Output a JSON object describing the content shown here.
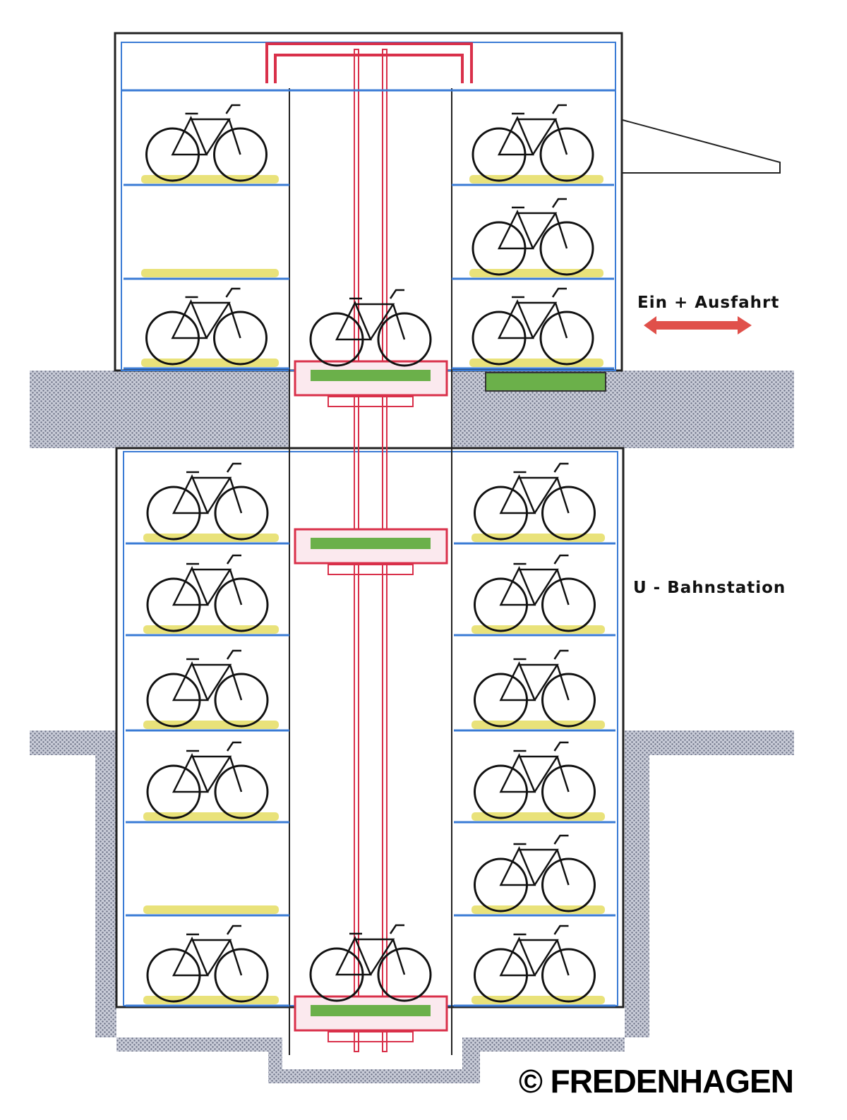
{
  "labels": {
    "entry_exit": "Ein + Ausfahrt",
    "subway_station": "U - Bahnstation",
    "copyright": "© FREDENHAGEN"
  },
  "colors": {
    "structure": "#3a7bd5",
    "lift": "#d9304a",
    "pad": "#e9e27a",
    "ground": "#9aa0b4",
    "arrow": "#e0504a"
  },
  "storage": {
    "upper_left": [
      true,
      false,
      true
    ],
    "upper_right": [
      true,
      true,
      true
    ],
    "lower_left": [
      true,
      true,
      true,
      true,
      false,
      true
    ],
    "lower_right": [
      true,
      true,
      true,
      true,
      true,
      true
    ]
  },
  "lift_platforms": [
    {
      "level": "entry",
      "has_bike": true
    },
    {
      "level": "middle",
      "has_bike": false
    },
    {
      "level": "bottom",
      "has_bike": true
    }
  ]
}
